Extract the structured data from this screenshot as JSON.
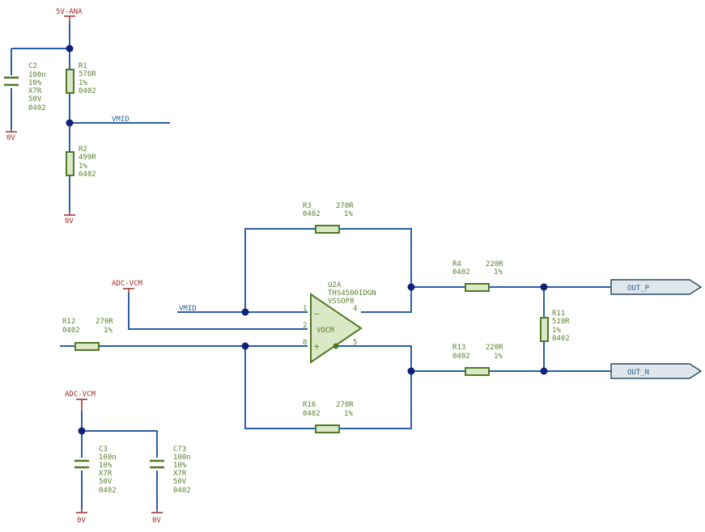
{
  "power": {
    "top_5v": "5V-ANA",
    "adc_vcm_1": "ADC-VCM",
    "adc_vcm_2": "ADC-VCM",
    "gnd_c2": "0V",
    "gnd_r2": "0V",
    "gnd_c3": "0V",
    "gnd_c73": "0V"
  },
  "components": {
    "C2": [
      "C2",
      "100n",
      "10%",
      "X7R",
      "50V",
      "0402"
    ],
    "R1": [
      "R1",
      "576R",
      "1%",
      "0402"
    ],
    "R2": [
      "R2",
      "499R",
      "1%",
      "0402"
    ],
    "R3": {
      "ref": "R3_",
      "value": "270R",
      "pkg": "0402",
      "tol": "1%"
    },
    "R12": {
      "ref": "R12",
      "value": "270R",
      "pkg": "0402",
      "tol": "1%"
    },
    "R16": {
      "ref": "R16",
      "value": "270R",
      "pkg": "0402",
      "tol": "1%"
    },
    "R4": {
      "ref": "R4",
      "value": "220R",
      "pkg": "0402",
      "tol": "1%"
    },
    "R13": {
      "ref": "R13",
      "value": "220R",
      "pkg": "0402",
      "tol": "1%"
    },
    "R11": [
      "R11",
      "510R",
      "1%",
      "0402"
    ],
    "C3": [
      "C3",
      "100n",
      "10%",
      "X7R",
      "50V",
      "0402"
    ],
    "C73": [
      "C73",
      "100n",
      "10%",
      "X7R",
      "50V",
      "0402"
    ],
    "U2A": {
      "ref": "U2A",
      "part": "THS4500IDGN",
      "package": "VSSOP8",
      "pin_1": "1",
      "pin_2": "2",
      "pin_8": "8",
      "pin_4": "4",
      "pin_5": "5",
      "minus": "–",
      "plus": "+",
      "vocm": "VOCM"
    }
  },
  "nets": {
    "vmid_top": "VMID",
    "vmid_amp": "VMID"
  },
  "ports": {
    "out_p": "OUT_P",
    "out_n": "OUT_N"
  }
}
